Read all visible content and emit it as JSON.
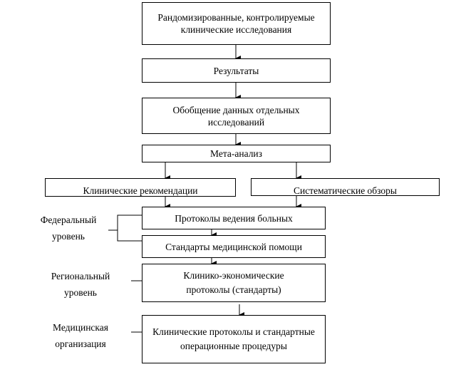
{
  "boxes": {
    "rct": "Рандомизированные, контролируемые клинические исследования",
    "results": "Результаты",
    "synthesis": "Обобщение данных отдельных исследований",
    "meta": "Мета-анализ",
    "guidelines": "Клинические рекомендации",
    "reviews": "Систематические обзоры",
    "protocols": "Протоколы ведения больных",
    "standards": "Стандарты медицинской помощи",
    "economic": "Клинико-экономические протоколы (стандарты)",
    "clinical": "Клинические протоколы и стандартные операционные процедуры"
  },
  "levels": {
    "federal": "Федеральный уровень",
    "regional": "Региональный уровень",
    "organization": "Медицинская организация"
  }
}
